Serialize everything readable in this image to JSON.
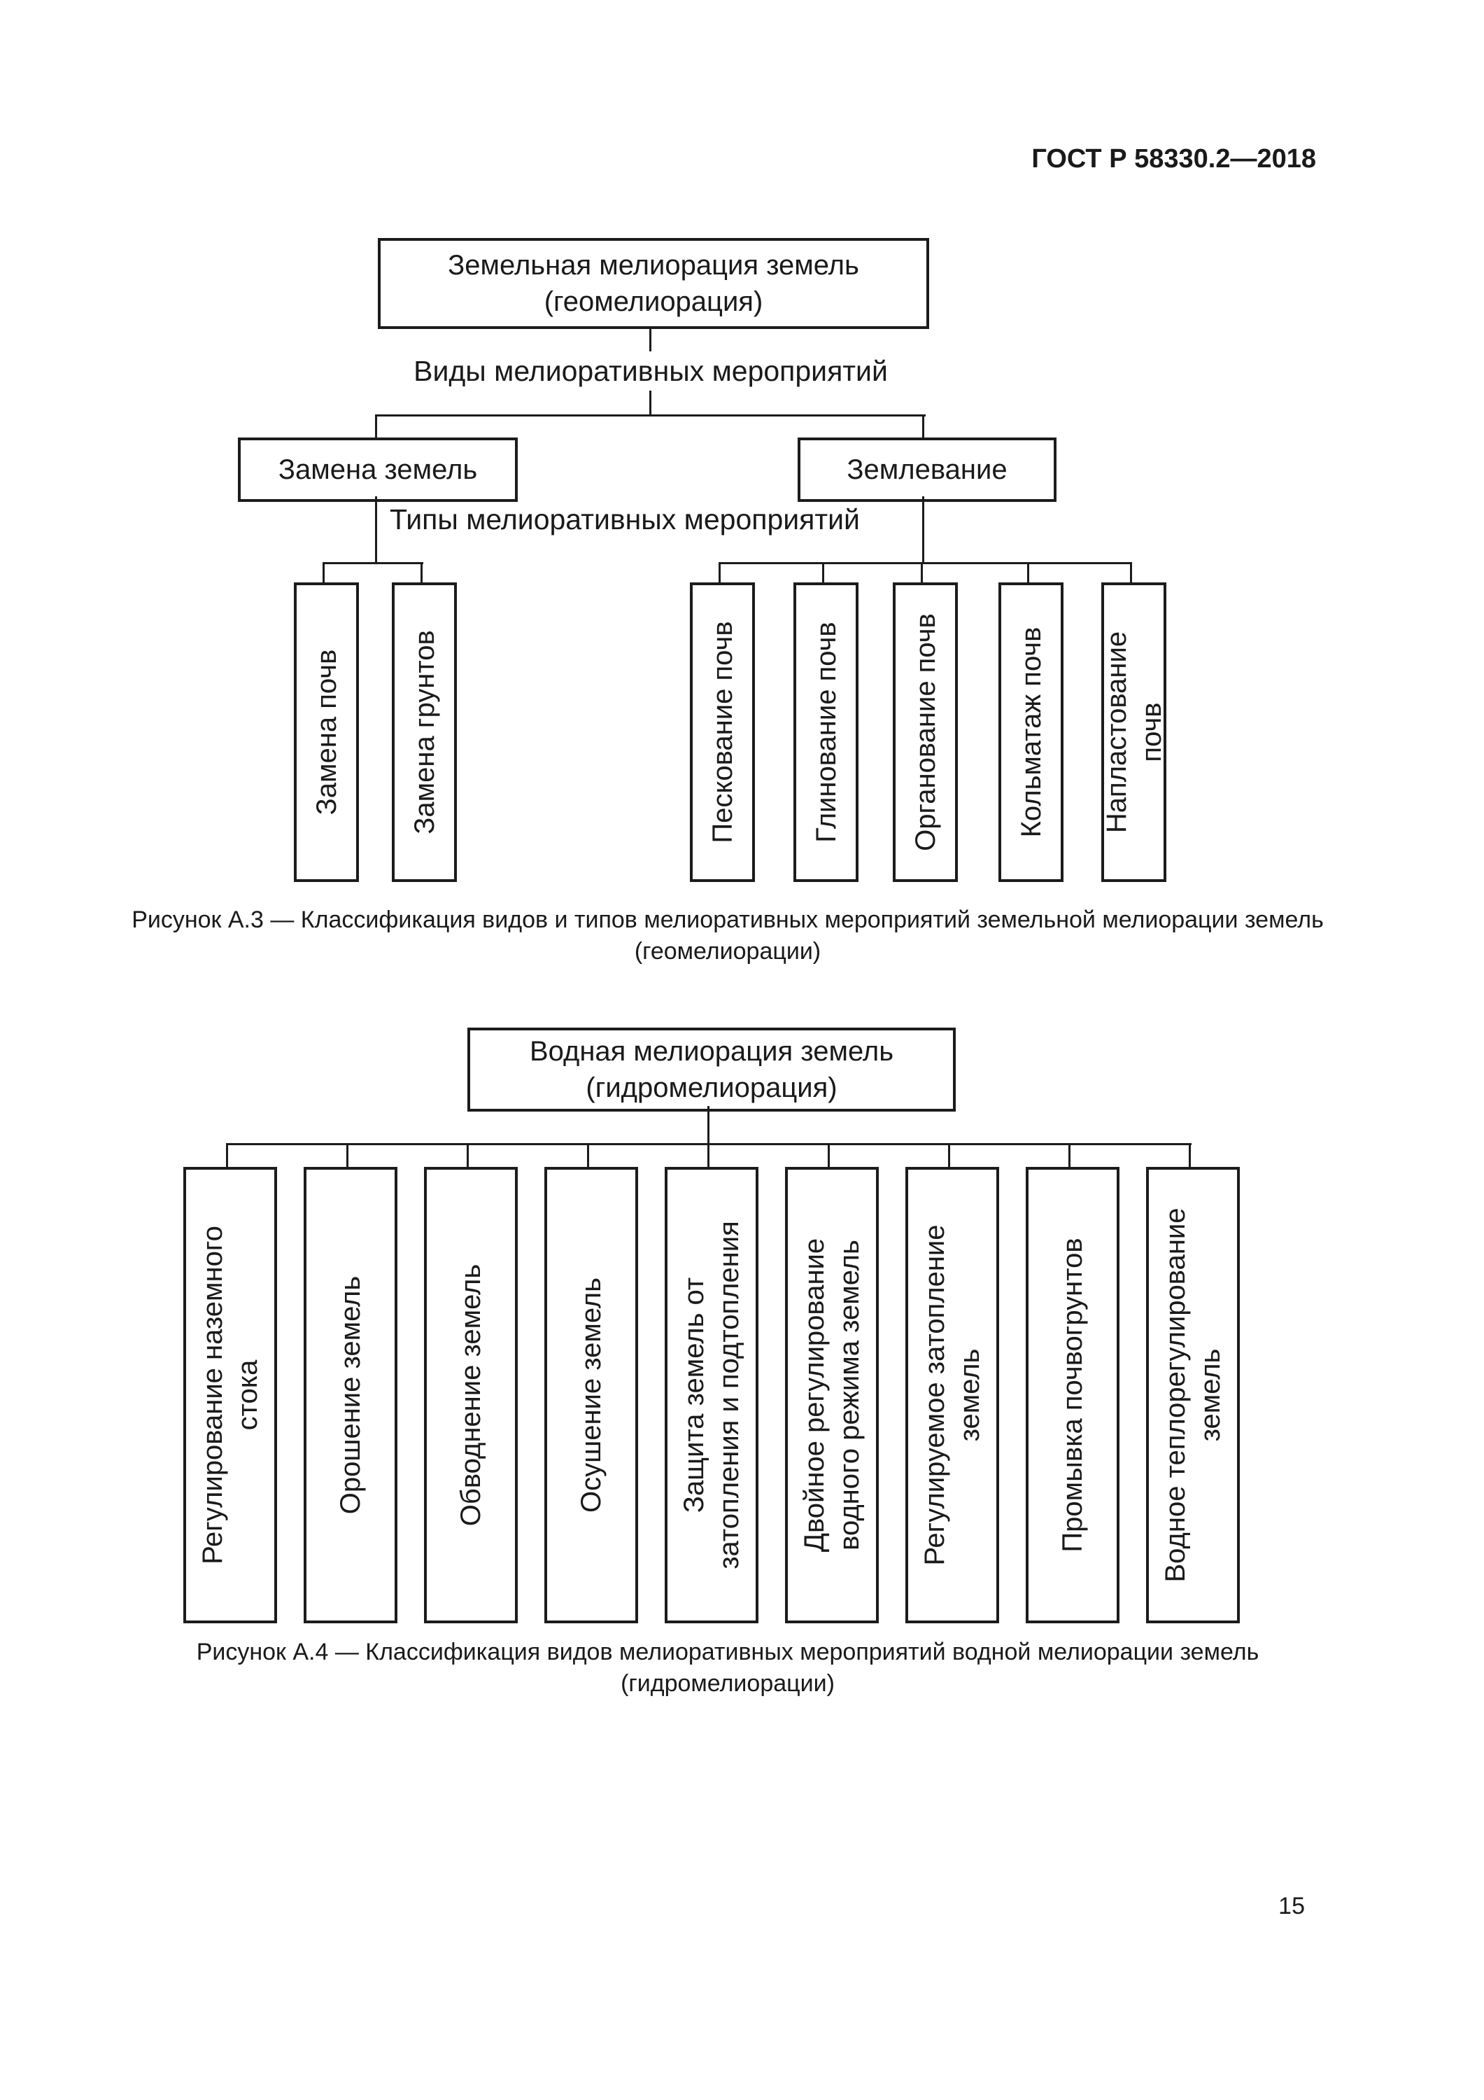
{
  "page": {
    "header": "ГОСТ Р 58330.2—2018",
    "number": "15"
  },
  "colors": {
    "ink": "#1c1c1c",
    "background": "#ffffff"
  },
  "diagram_a3": {
    "root": "Земельная мелиорация земель\n(геомелиорация)",
    "kinds_label": "Виды мелиоративных мероприятий",
    "branch_left": "Замена земель",
    "branch_right": "Землевание",
    "types_label": "Типы мелиоративных мероприятий",
    "left_types": [
      "Замена почв",
      "Замена грунтов"
    ],
    "right_types": [
      "Пескование почв",
      "Глинование почв",
      "Органование почв",
      "Кольматаж почв",
      "Напластование\nпочв"
    ],
    "caption_line1": "Рисунок А.3 — Классификация видов и типов мелиоративных мероприятий земельной мелиорации земель",
    "caption_line2": "(геомелиорации)"
  },
  "diagram_a4": {
    "root": "Водная мелиорация земель\n(гидромелиорация)",
    "types": [
      "Регулирование наземного\nстока",
      "Орошение земель",
      "Обводнение земель",
      "Осушение земель",
      "Защита земель от\nзатопления и подтопления",
      "Двойное регулирование\nводного режима земель",
      "Регулируемое затопление\nземель",
      "Промывка почвогрунтов",
      "Водное теплорегулирование\nземель"
    ],
    "caption_line1": "Рисунок А.4 — Классификация видов мелиоративных мероприятий водной мелиорации земель",
    "caption_line2": "(гидромелиорации)"
  }
}
